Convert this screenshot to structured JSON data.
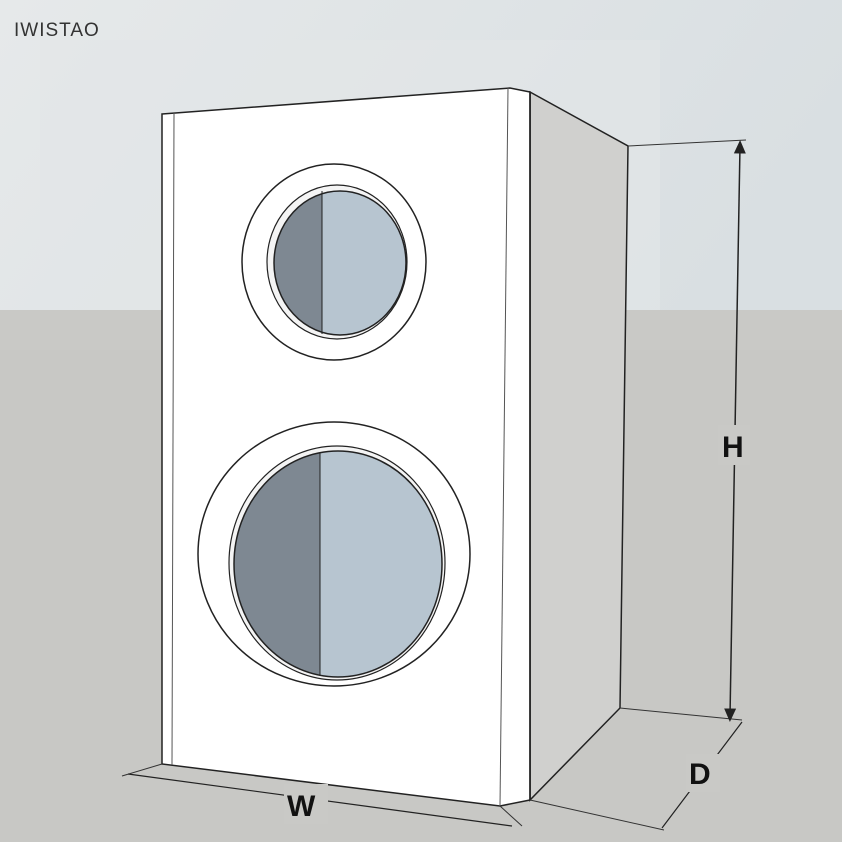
{
  "brand": {
    "text": "IWISTAO"
  },
  "dimensions": {
    "height_label": "H",
    "width_label": "W",
    "depth_label": "D"
  },
  "colors": {
    "sky": "#dfe4e6",
    "ground": "#c9c9c6",
    "cabinet_front": "#ffffff",
    "cabinet_side": "#d2d2d0",
    "driver_dark": "#7e8892",
    "driver_light": "#b7c5d0",
    "lines": "#222222"
  },
  "drivers": [
    {
      "name": "tweeter"
    },
    {
      "name": "woofer"
    }
  ]
}
